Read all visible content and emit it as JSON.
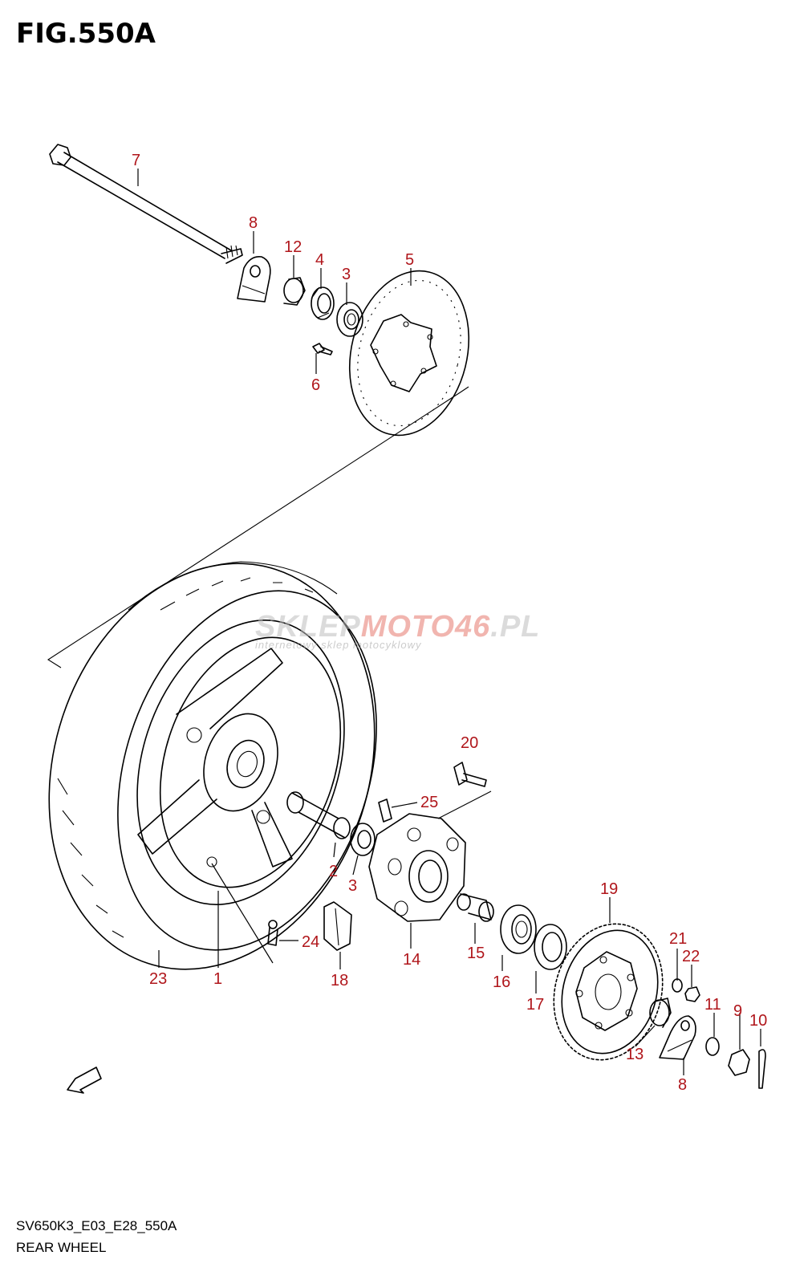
{
  "figure": {
    "title": "FIG.550A",
    "code": "SV650K3_E03_E28_550A",
    "name": "REAR WHEEL"
  },
  "watermark": {
    "brand_part1": "SKLEP",
    "brand_part2": "MOTO",
    "brand_part3": "46",
    "brand_part4": ".PL",
    "tagline": "internetowy sklep motocyklowy"
  },
  "direction_marker": "FWD",
  "callouts": [
    {
      "id": "c7",
      "label": "7"
    },
    {
      "id": "c8a",
      "label": "8"
    },
    {
      "id": "c12",
      "label": "12"
    },
    {
      "id": "c4",
      "label": "4"
    },
    {
      "id": "c3a",
      "label": "3"
    },
    {
      "id": "c5",
      "label": "5"
    },
    {
      "id": "c6",
      "label": "6"
    },
    {
      "id": "c20",
      "label": "20"
    },
    {
      "id": "c25",
      "label": "25"
    },
    {
      "id": "c2",
      "label": "2"
    },
    {
      "id": "c3b",
      "label": "3"
    },
    {
      "id": "c24",
      "label": "24"
    },
    {
      "id": "c14",
      "label": "14"
    },
    {
      "id": "c15",
      "label": "15"
    },
    {
      "id": "c19",
      "label": "19"
    },
    {
      "id": "c21",
      "label": "21"
    },
    {
      "id": "c22",
      "label": "22"
    },
    {
      "id": "c16",
      "label": "16"
    },
    {
      "id": "c17",
      "label": "17"
    },
    {
      "id": "c11",
      "label": "11"
    },
    {
      "id": "c9",
      "label": "9"
    },
    {
      "id": "c10",
      "label": "10"
    },
    {
      "id": "c13",
      "label": "13"
    },
    {
      "id": "c8b",
      "label": "8"
    },
    {
      "id": "c23",
      "label": "23"
    },
    {
      "id": "c1",
      "label": "1"
    },
    {
      "id": "c18",
      "label": "18"
    }
  ],
  "colors": {
    "callout": "#b0161b",
    "line": "#000000",
    "background": "#ffffff"
  }
}
